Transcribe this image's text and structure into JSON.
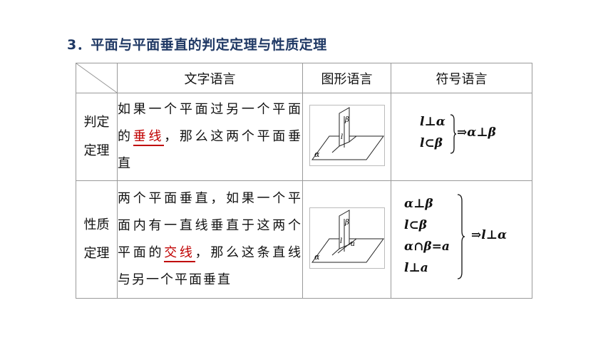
{
  "heading": "3．平面与平面垂直的判定定理与性质定理",
  "columns": [
    "文字语言",
    "图形语言",
    "符号语言"
  ],
  "rows": [
    {
      "label_lines": [
        "判定",
        "定理"
      ],
      "text_before": "如果一个平面过另一个平面的",
      "text_highlight": "垂线",
      "text_after": "，那么这两个平面垂直",
      "figure_labels": {
        "plane_base": "α",
        "plane_vertical": "β",
        "line": "l"
      },
      "symbol_lines": [
        "l⊥α",
        "l⊂β"
      ],
      "symbol_result": "⇒α⊥β"
    },
    {
      "label_lines": [
        "性质",
        "定理"
      ],
      "text_before": "两个平面垂直，如果一个平面内有一直线垂直于这两个平面的",
      "text_highlight": "交线",
      "text_after": "，那么这条直线与另一个平面垂直",
      "figure_labels": {
        "plane_base": "α",
        "plane_vertical": "β",
        "line": "l",
        "intersection": "a"
      },
      "symbol_lines": [
        "α⊥β",
        "l⊂β",
        "α∩β=a",
        "l⊥a"
      ],
      "symbol_result": "⇒l⊥α"
    }
  ],
  "colors": {
    "heading": "#1f3864",
    "highlight": "#c00000",
    "border": "#9a9a9a"
  }
}
